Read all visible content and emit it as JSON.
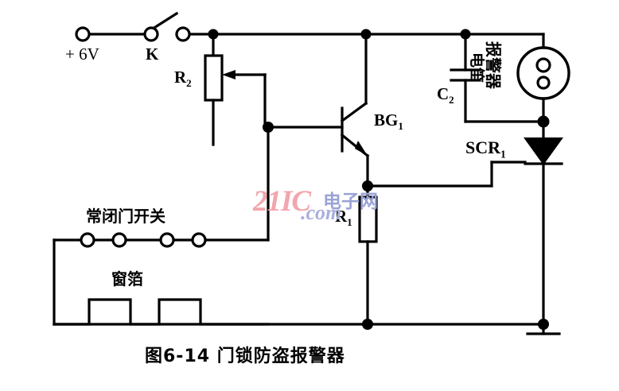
{
  "figure": {
    "type": "schematic",
    "domain": "electronic-circuit-diagram",
    "caption": "图6-14  门锁防盗报警器",
    "caption_translation": "Figure 6-14 Door-lock burglar alarm",
    "background_color": "#ffffff",
    "line_color": "#000000"
  },
  "watermark": {
    "brand": "21IC",
    "brand_color": "#f2a6ad",
    "chinese": "电子网",
    "chinese_color": "#9aa3d6",
    "domain_text": ".com",
    "domain_color": "#a9b0dd"
  },
  "labels": {
    "supply": "+ 6V",
    "switch_k": "K",
    "resistor_r2": "R",
    "resistor_r2_sub": "2",
    "resistor_r1": "R",
    "resistor_r1_sub": "1",
    "transistor_bg1": "BG",
    "transistor_bg1_sub": "1",
    "capacitor_c2": "C",
    "capacitor_c2_sub": "2",
    "scr1": "SCR",
    "scr1_sub": "1",
    "alarm_device": "报警器",
    "electric_whistle": "电笛",
    "door_switch": "常闭门开关",
    "window_foil": "窗箔"
  },
  "components": [
    {
      "ref": "K",
      "name": "switch-k",
      "type": "spst-switch",
      "label": "K",
      "state": "open"
    },
    {
      "ref": "R2",
      "name": "resistor-r2",
      "type": "potentiometer",
      "label": "R2"
    },
    {
      "ref": "R1",
      "name": "resistor-r1",
      "type": "resistor",
      "label": "R1"
    },
    {
      "ref": "BG1",
      "name": "transistor-bg1",
      "type": "npn-transistor",
      "label": "BG1"
    },
    {
      "ref": "C2",
      "name": "capacitor-c2",
      "type": "capacitor",
      "label": "C2"
    },
    {
      "ref": "SCR1",
      "name": "thyristor-scr1",
      "type": "scr-thyristor",
      "label": "SCR1"
    },
    {
      "ref": "BELL",
      "name": "alarm-bell",
      "type": "buzzer-bell",
      "label": "报警器 电笛"
    },
    {
      "ref": "SW_D",
      "name": "door-switch-chain",
      "type": "normally-closed-switch-series",
      "label": "常闭门开关"
    },
    {
      "ref": "FOIL",
      "name": "window-foil",
      "type": "foil-conductor",
      "label": "窗箔"
    },
    {
      "ref": "GND",
      "name": "ground-symbol",
      "type": "earth-ground",
      "label": ""
    },
    {
      "ref": "V+",
      "name": "supply-terminal",
      "type": "terminal",
      "label": "+ 6V"
    }
  ]
}
